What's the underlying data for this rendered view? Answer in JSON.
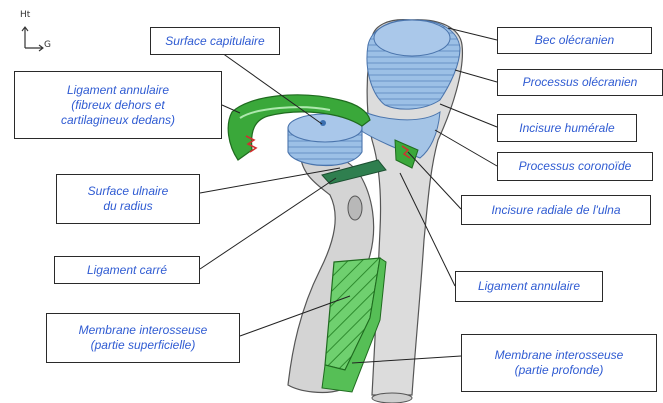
{
  "orientation": {
    "up_label": "Ht",
    "right_label": "G"
  },
  "labels": {
    "surface_capitulaire": "Surface capitulaire",
    "ligament_annulaire_top": [
      "Ligament annulaire",
      "(fibreux dehors et",
      "cartilagineux dedans)"
    ],
    "surface_ulnaire": [
      "Surface ulnaire",
      "du radius"
    ],
    "ligament_carre": "Ligament carré",
    "membrane_superficielle": [
      "Membrane interosseuse",
      "(partie superficielle)"
    ],
    "bec_olecranien": "Bec olécranien",
    "processus_olecranien": "Processus olécranien",
    "incisure_humerale": "Incisure humérale",
    "processus_coronoide": "Processus coronoïde",
    "incisure_radiale": "Incisure radiale de l'ulna",
    "ligament_annulaire_bottom": "Ligament annulaire",
    "membrane_profonde": [
      "Membrane interosseuse",
      "(partie profonde)"
    ]
  },
  "colors": {
    "bone": "#d9d9d9",
    "cartilage_blue": "#8fb6e0",
    "ligament_green": "#3aa83a",
    "membrane_green": "#5cc85c",
    "label_text": "#2f5bd2",
    "accent_red": "#d03030"
  }
}
